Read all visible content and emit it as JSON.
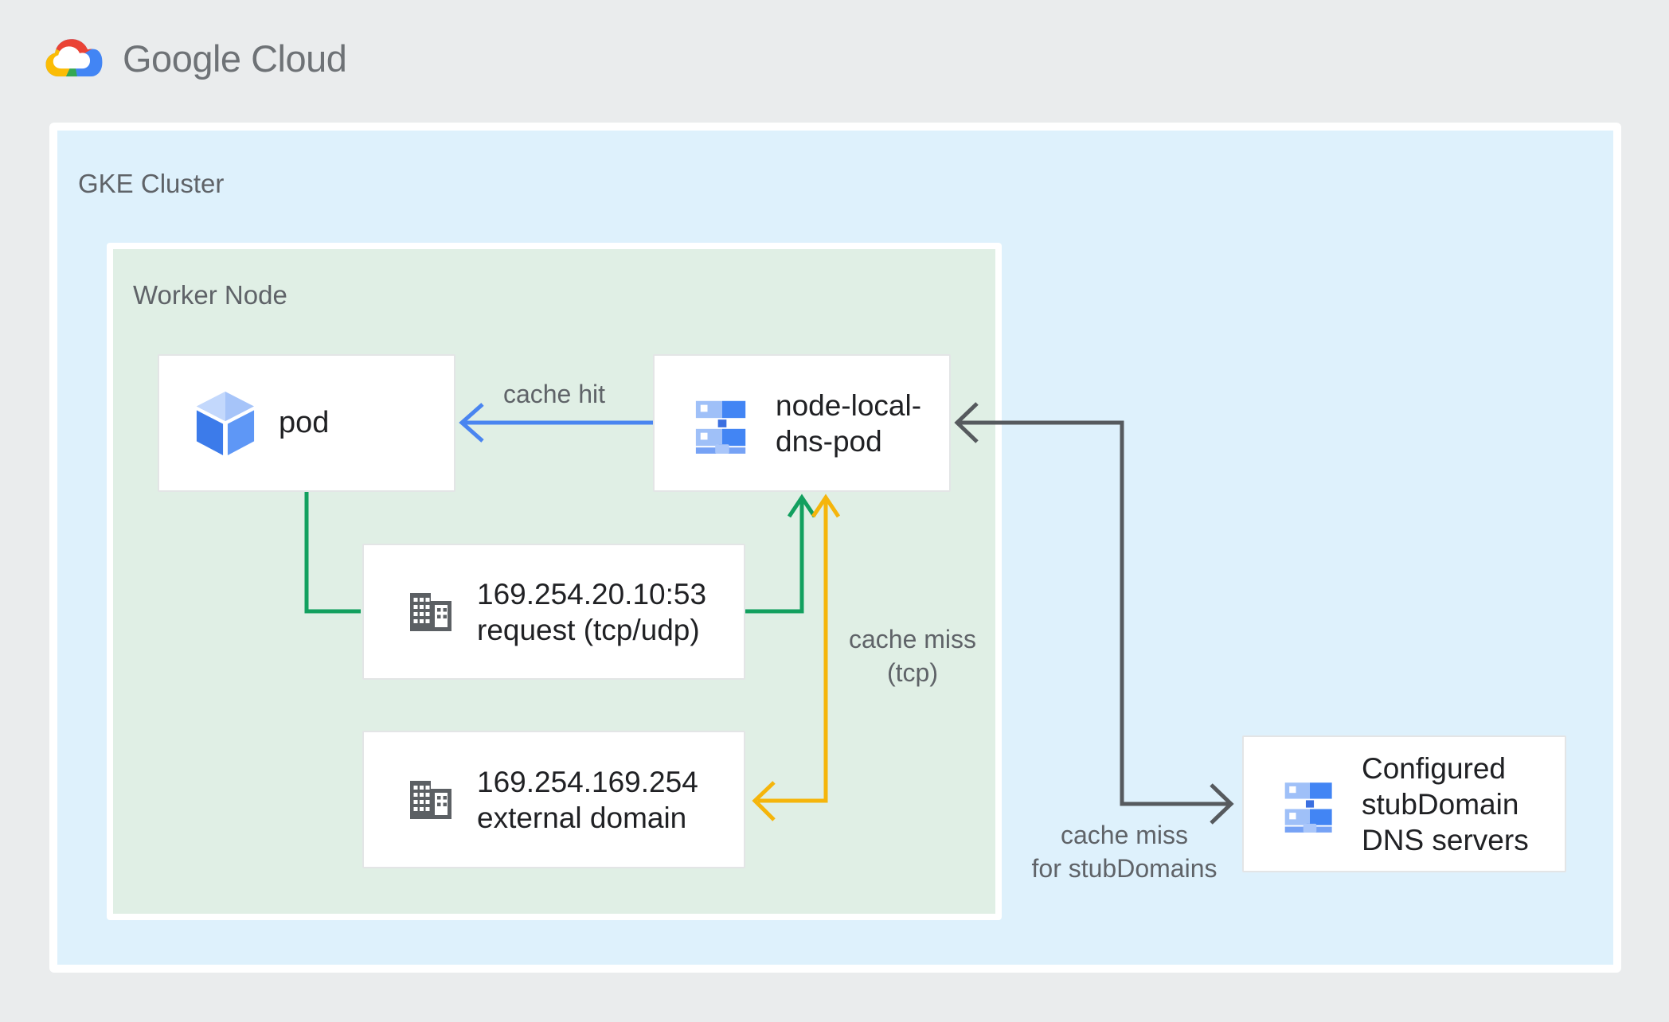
{
  "colors": {
    "page_bg": "#eaeced",
    "cluster_bg": "#def1fc",
    "worker_bg": "#e0efe5",
    "label_gray": "#5f6368",
    "text_dark": "#202124"
  },
  "brand": {
    "blue": "#4285f4",
    "red": "#ea4335",
    "yellow": "#fbbc05",
    "green": "#34a853"
  },
  "logo": {
    "text": "Google Cloud",
    "icon": "google-cloud-logo-icon"
  },
  "cluster": {
    "label": "GKE Cluster"
  },
  "worker": {
    "label": "Worker Node"
  },
  "nodes": {
    "pod": {
      "label": "pod",
      "icon": "pod-cube-icon"
    },
    "dns_pod": {
      "label": "node-local-dns-pod",
      "icon": "dns-server-icon"
    },
    "request": {
      "line1": "169.254.20.10:53",
      "line2": "request (tcp/udp)",
      "icon": "domain-building-icon"
    },
    "external": {
      "line1": "169.254.169.254",
      "line2": "external domain",
      "icon": "domain-building-icon"
    },
    "stub": {
      "label": "Configured stubDomain DNS servers",
      "icon": "dns-server-icon"
    }
  },
  "edges": {
    "cache_hit": {
      "label": "cache hit",
      "color": "#4a85f0"
    },
    "request_flow": {
      "color": "#12a05f"
    },
    "cache_miss_tcp": {
      "line1": "cache miss",
      "line2": "(tcp)",
      "color": "#f5b50b"
    },
    "cache_miss_stub": {
      "line1": "cache miss",
      "line2": "for stubDomains",
      "color": "#565a5e"
    }
  }
}
